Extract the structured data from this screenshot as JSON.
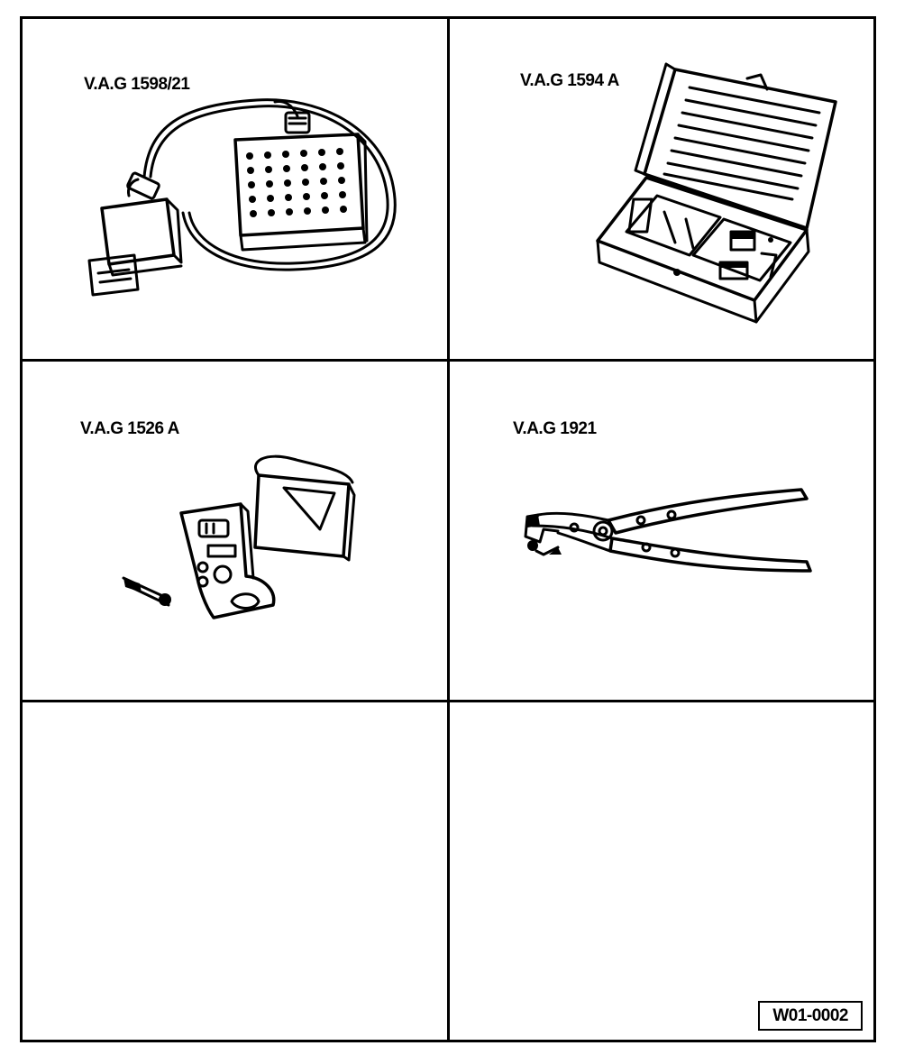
{
  "tools": [
    {
      "label": "V.A.G 1598/21",
      "icon": "test-box-adapter-icon"
    },
    {
      "label": "V.A.G 1594 A",
      "icon": "auxiliary-cable-set-case-icon"
    },
    {
      "label": "V.A.G 1526 A",
      "icon": "hand-multimeter-icon"
    },
    {
      "label": "V.A.G 1921",
      "icon": "hose-clip-pliers-icon"
    }
  ],
  "figure_id": "W01-0002",
  "colors": {
    "ink": "#000000",
    "paper": "#ffffff"
  }
}
